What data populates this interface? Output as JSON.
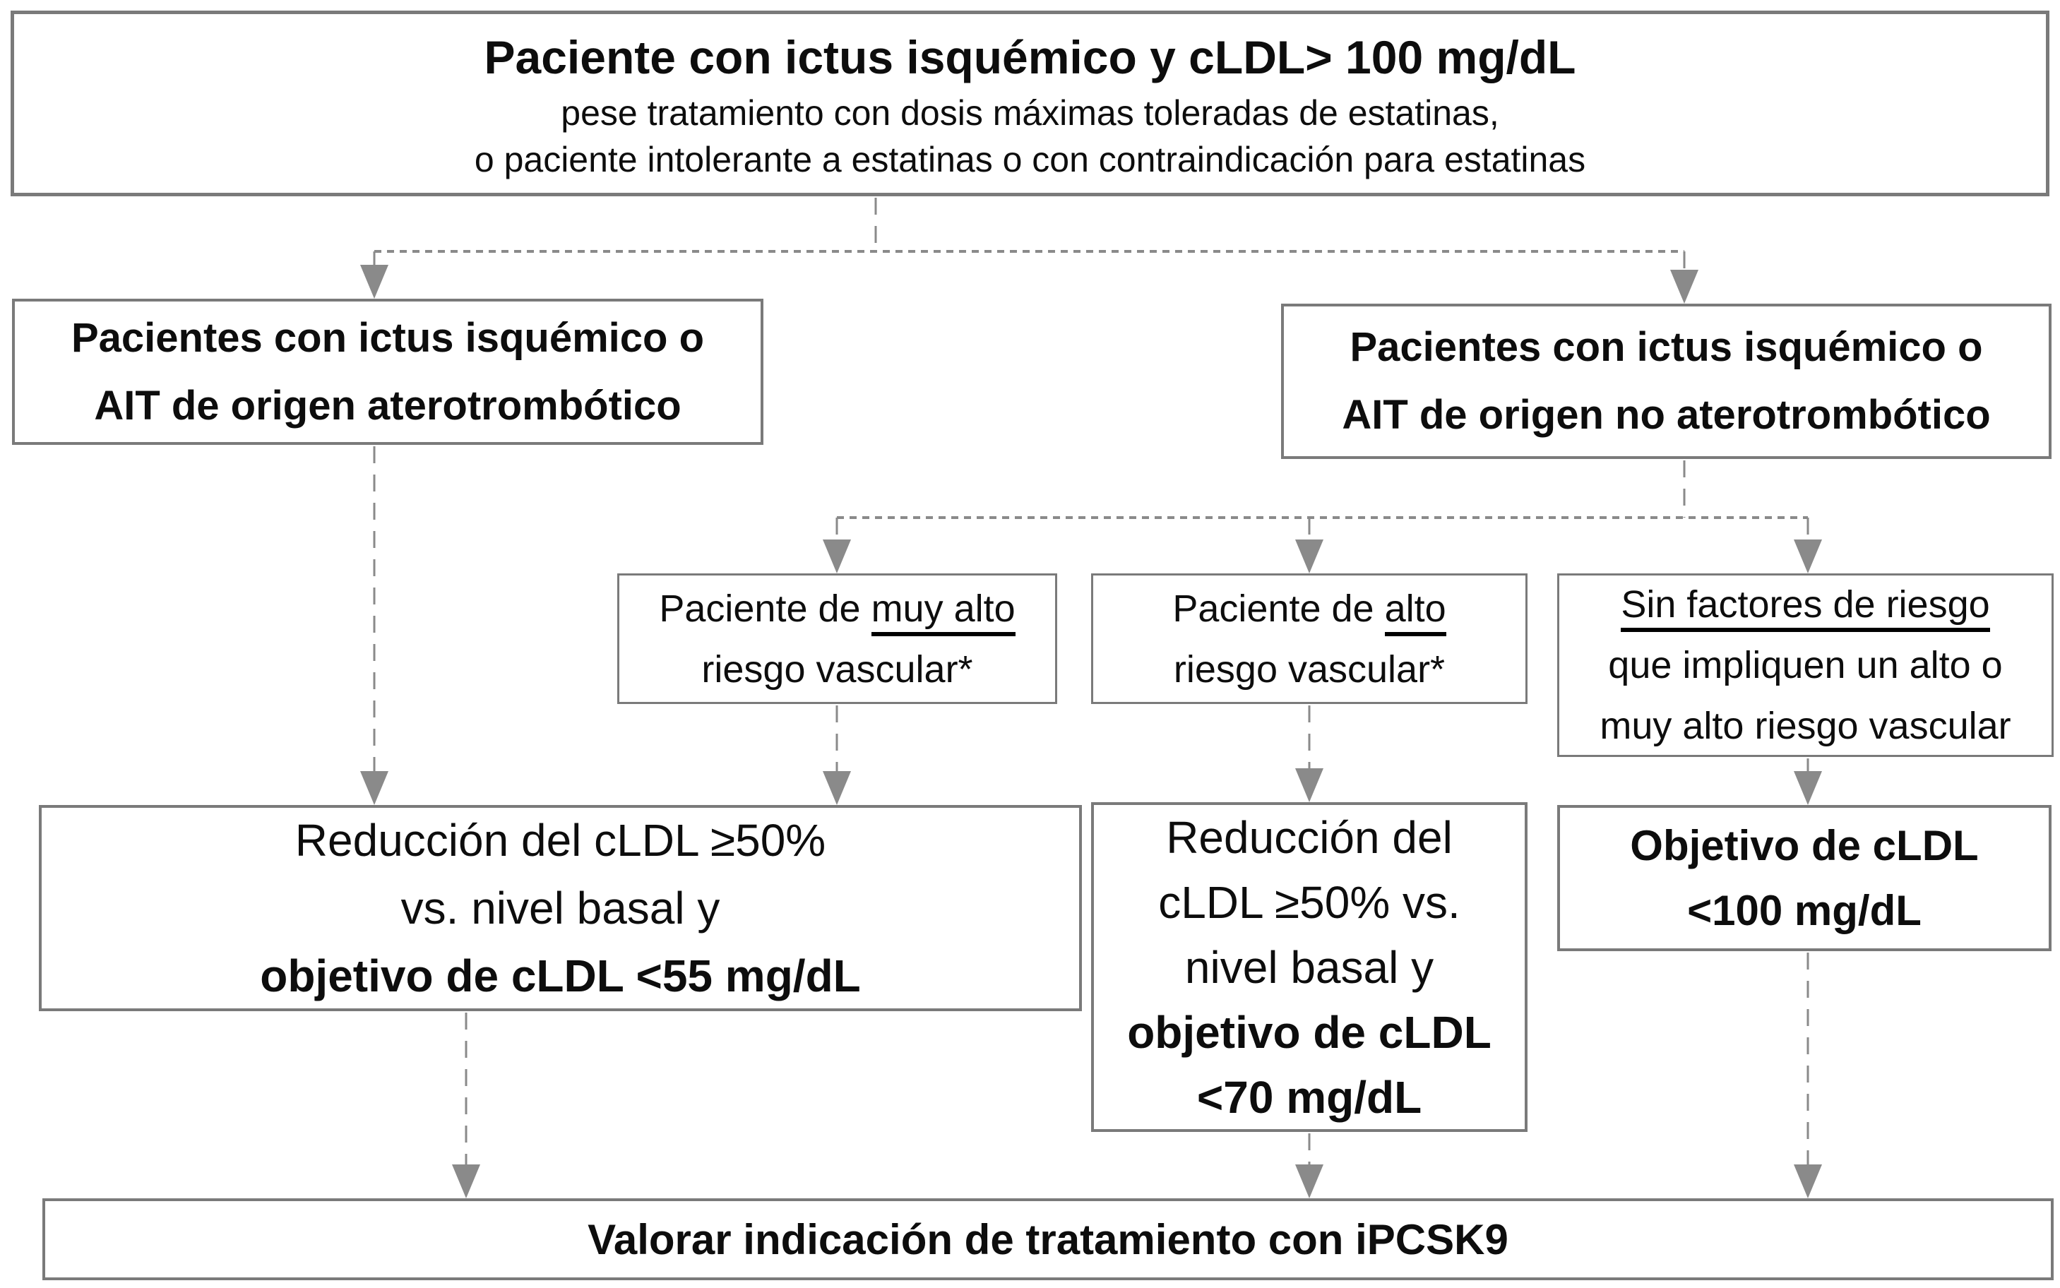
{
  "colors": {
    "background": "#ffffff",
    "border": "#7a7a7a",
    "arrow": "#8a8a8a",
    "text": "#0d0d0d",
    "underline": "#000000"
  },
  "top_box": {
    "title": "Paciente con ictus isquémico y cLDL> 100 mg/dL",
    "subtitle_line1": "pese tratamiento con dosis máximas toleradas de estatinas,",
    "subtitle_line2": "o paciente intolerante a estatinas o con contraindicación para estatinas"
  },
  "left_branch_box": {
    "line1": "Pacientes con ictus isquémico o",
    "line2": "AIT de origen aterotrombótico"
  },
  "right_branch_box": {
    "line1": "Pacientes con ictus isquémico o",
    "line2": "AIT de origen no aterotrombótico"
  },
  "very_high_risk_box": {
    "line1_prefix": "Paciente de ",
    "line1_underlined": "muy alto",
    "line2": "riesgo vascular*"
  },
  "high_risk_box": {
    "line1_prefix": "Paciente de ",
    "line1_underlined": "alto",
    "line2": "riesgo vascular*"
  },
  "no_risk_factor_box": {
    "line1_underlined": "Sin factores de riesgo",
    "line2": "que impliquen un alto o",
    "line3": "muy alto riesgo vascular"
  },
  "goal_left_box": {
    "line1": "Reducción del cLDL ≥50%",
    "line2": "vs. nivel basal y",
    "line3_bold": "objetivo de cLDL <55 mg/dL"
  },
  "goal_middle_box": {
    "line1": "Reducción del",
    "line2": "cLDL ≥50% vs.",
    "line3": "nivel basal y",
    "line4_bold": "objetivo de cLDL",
    "line5_bold": "<70 mg/dL"
  },
  "goal_right_box": {
    "line1_bold": "Objetivo de cLDL",
    "line2_bold": "<100 mg/dL"
  },
  "bottom_bar": {
    "label": "Valorar indicación de tratamiento con iPCSK9"
  }
}
